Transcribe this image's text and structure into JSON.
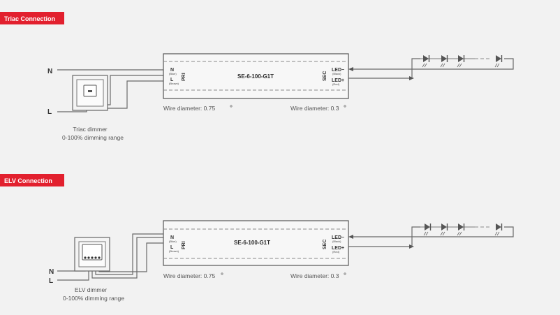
{
  "colors": {
    "badge": "#e2202e",
    "wire": "#6a6a6a"
  },
  "sections": [
    {
      "badge": "Triac Connection",
      "terminal_n": "N",
      "terminal_l": "L",
      "driver": {
        "model": "SE-6-100-G1T",
        "pri": "PRI",
        "sec": "SEC",
        "in_n": "N",
        "in_n_sub": "(Blue)",
        "in_l": "L",
        "in_l_sub": "(Brown)",
        "out_neg": "LED−",
        "out_neg_sub": "(Black)",
        "out_pos": "LED+",
        "out_pos_sub": "(Red)"
      },
      "wire_left": "Wire diameter: 0.75",
      "wire_right": "Wire diameter: 0.3",
      "dimmer_caption_1": "Triac dimmer",
      "dimmer_caption_2": "0-100% dimming range",
      "led_count": 4
    },
    {
      "badge": "ELV Connection",
      "terminal_n": "N",
      "terminal_l": "L",
      "driver": {
        "model": "SE-6-100-G1T",
        "pri": "PRI",
        "sec": "SEC",
        "in_n": "N",
        "in_n_sub": "(Blue)",
        "in_l": "L",
        "in_l_sub": "(Brown)",
        "out_neg": "LED−",
        "out_neg_sub": "(Black)",
        "out_pos": "LED+",
        "out_pos_sub": "(Red)"
      },
      "wire_left": "Wire diameter: 0.75",
      "wire_right": "Wire diameter: 0.3",
      "dimmer_caption_1": "ELV dimmer",
      "dimmer_caption_2": "0-100% dimming range",
      "led_count": 4
    }
  ]
}
